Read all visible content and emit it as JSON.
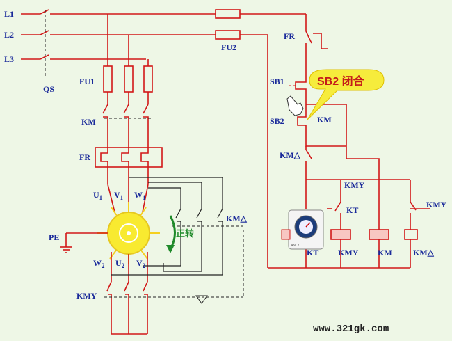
{
  "lines": {
    "l1": "L1",
    "l2": "L2",
    "l3": "L3"
  },
  "labels": {
    "qs": "QS",
    "fu1": "FU1",
    "fu2": "FU2",
    "km_main": "KM",
    "fr": "FR",
    "fr_ctrl": "FR",
    "sb1": "SB1",
    "sb2": "SB2",
    "km_ctrl": "KM",
    "km_delta_ctrl": "KM△",
    "kmy_top": "KMY",
    "kt_contact": "KT",
    "kmy_right": "KMY",
    "kt_coil": "KT",
    "kmy_coil": "KMY",
    "km_coil": "KM",
    "kmd_coil": "KM△",
    "km_delta_motor": "KM△",
    "kmy_bottom": "KMY",
    "pe": "PE",
    "u1": "U",
    "v1": "V",
    "w1": "W",
    "u2": "U",
    "v2": "V",
    "w2": "W",
    "sub1": "1",
    "sub2": "2"
  },
  "callout": {
    "text": "SB2 闭合"
  },
  "rotation": {
    "text": "正转"
  },
  "relay_text": "ANLY",
  "watermark": "www.321gk.com",
  "colors": {
    "wire": "#d21818",
    "text": "#1a2a9a",
    "callout": "#f6ec3c",
    "motor": "#f8ea30",
    "rotate": "#1f8a2a"
  }
}
